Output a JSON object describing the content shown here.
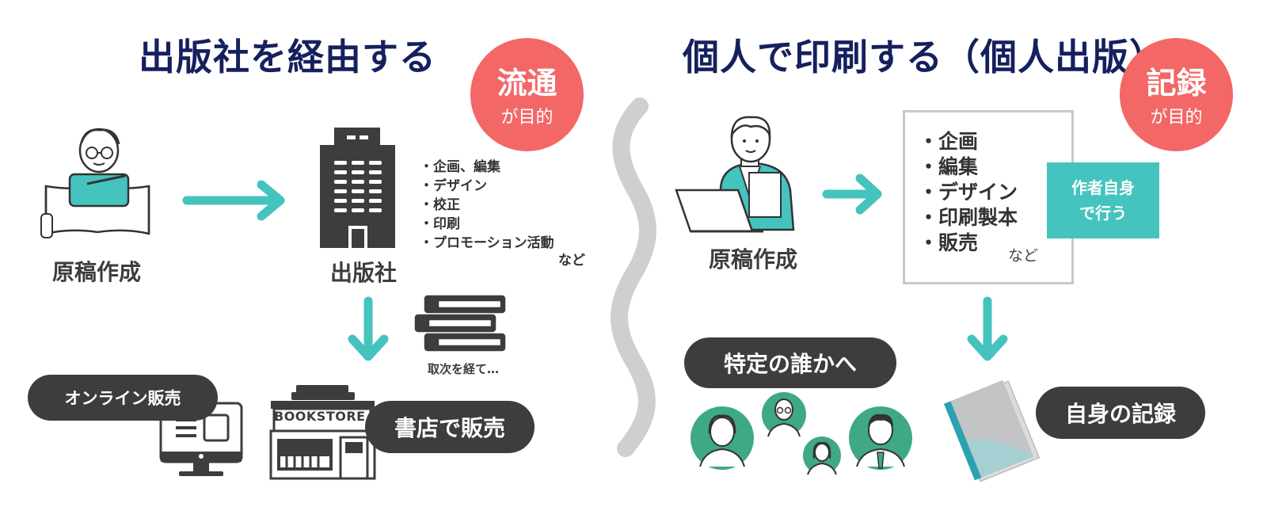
{
  "left": {
    "title": "出版社を経由する",
    "badge": {
      "main": "流通",
      "sub": "が目的"
    },
    "author_label": "原稿作成",
    "publisher_label": "出版社",
    "publisher_tasks": [
      "・企画、編集",
      "・デザイン",
      "・校正",
      "・印刷",
      "・プロモーション活動"
    ],
    "tasks_suffix": "など",
    "distributor_label": "取次を経て…",
    "online_pill": "オンライン販売",
    "store_sign": "BOOKSTORE",
    "bookstore_pill": "書店で販売"
  },
  "right": {
    "title": "個人で印刷する（個人出版）",
    "badge": {
      "main": "記録",
      "sub": "が目的"
    },
    "author_label": "原稿作成",
    "tasks": [
      "・企画",
      "・編集",
      "・デザイン",
      "・印刷製本",
      "・販売"
    ],
    "tasks_suffix": "など",
    "self_box": [
      "作者自身",
      "で行う"
    ],
    "someone_pill": "特定の誰かへ",
    "record_pill": "自身の記録"
  },
  "colors": {
    "navy": "#15205e",
    "coral": "#f36767",
    "teal": "#45c3be",
    "dark": "#3d3d3d",
    "green": "#3fa887",
    "wave": "#cfcfcf"
  }
}
